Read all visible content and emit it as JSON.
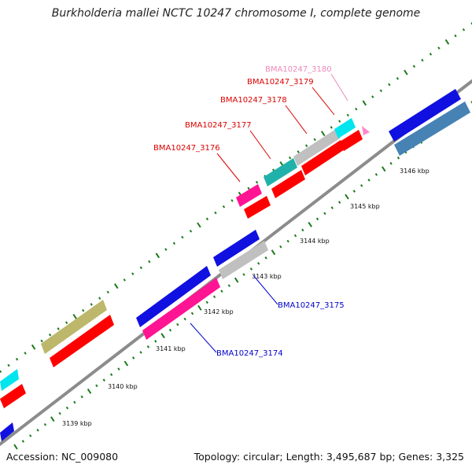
{
  "title": "Burkholderia mallei NCTC 10247 chromosome I, complete genome",
  "footer": {
    "accession": "Accession: NC_009080",
    "summary": "Topology: circular; Length: 3,495,687 bp; Genes: 3,325"
  },
  "colors": {
    "backbone": "#8c8c8c",
    "tick": "#1c7a1c",
    "label_red": "#dd0000",
    "label_blue": "#0000cc",
    "label_pink": "#ee88bb",
    "gene_blue": "#1010e0",
    "gene_steel": "#4682b4",
    "gene_red": "#ff0000",
    "gene_pink": "#ff1493",
    "gene_gray": "#c0c0c0",
    "gene_teal": "#20b2aa",
    "gene_cyan": "#00e5ee",
    "gene_olive": "#bdb76b",
    "gene_lightpink": "#ff88cc"
  },
  "ticks": [
    {
      "label": "3139 kbp"
    },
    {
      "label": "3140 kbp"
    },
    {
      "label": "3141 kbp"
    },
    {
      "label": "3142 kbp"
    },
    {
      "label": "3143 kbp"
    },
    {
      "label": "3144 kbp"
    },
    {
      "label": "3145 kbp"
    },
    {
      "label": "3146 kbp"
    }
  ],
  "gene_labels": [
    {
      "text": "BMA10247_3180",
      "color": "label_pink"
    },
    {
      "text": "BMA10247_3179",
      "color": "label_red"
    },
    {
      "text": "BMA10247_3178",
      "color": "label_red"
    },
    {
      "text": "BMA10247_3177",
      "color": "label_red"
    },
    {
      "text": "BMA10247_3176",
      "color": "label_red"
    },
    {
      "text": "BMA10247_3175",
      "color": "label_blue"
    },
    {
      "text": "BMA10247_3174",
      "color": "label_blue"
    }
  ]
}
